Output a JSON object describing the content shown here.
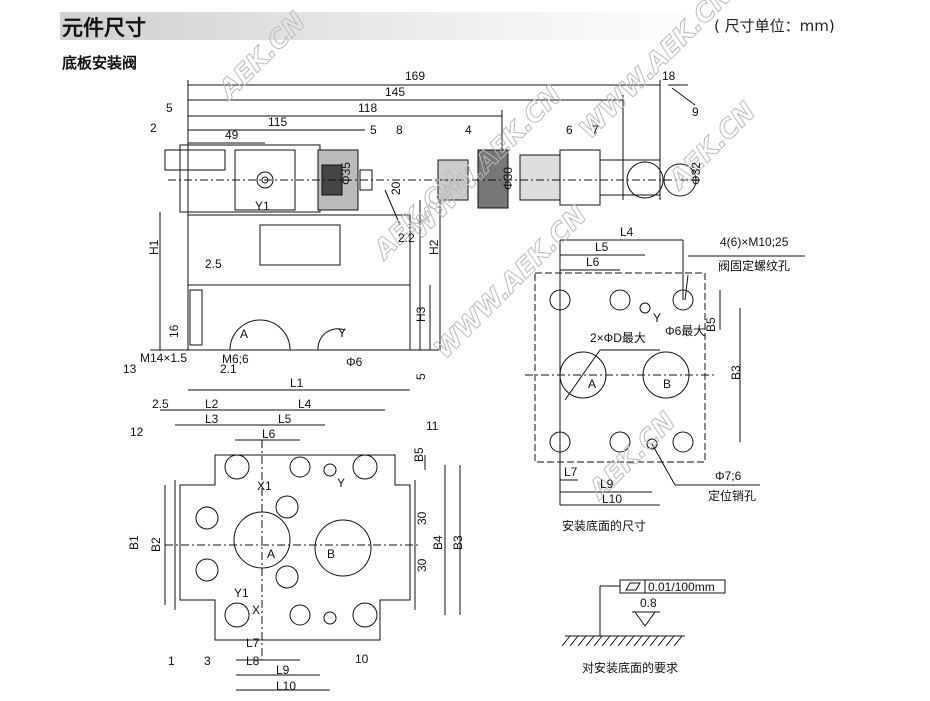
{
  "header": {
    "title": "元件尺寸",
    "unit": "( 尺寸单位：mm)"
  },
  "section": {
    "subtitle": "底板安装阀"
  },
  "watermarks": [
    "AEK.CN",
    "WWW.AEK.CN",
    "WWW.AEK.CN",
    "AEK.CN",
    "WWW.AEK.CN",
    "AEK.CN",
    "AEK.CN"
  ],
  "top_view": {
    "labels": [
      "169",
      "145",
      "118",
      "115",
      "49",
      "5",
      "2",
      "18",
      "9",
      "5",
      "8",
      "4",
      "6",
      "7",
      "Φ35",
      "20",
      "Φ30",
      "Φ32",
      "Y1",
      "2.2",
      "H1",
      "H2",
      "H3",
      "2.5",
      "16",
      "13",
      "M14×1.5",
      "M6;6",
      "2.1",
      "Φ6",
      "5",
      "A",
      "Y"
    ]
  },
  "bottom_view": {
    "labels": [
      "L1",
      "2.5",
      "L2",
      "L4",
      "L3",
      "L5",
      "L6",
      "12",
      "11",
      "X1",
      "Y",
      "B5",
      "B1",
      "B2",
      "A",
      "B",
      "30",
      "30",
      "B4",
      "B3",
      "Y1",
      "X",
      "L7",
      "L8",
      "L9",
      "L10",
      "1",
      "3",
      "10"
    ]
  },
  "mounting_face": {
    "labels": [
      "L4",
      "L5",
      "L6",
      "4(6)×M10;25",
      "阀固定螺纹孔",
      "Y",
      "Φ6最大",
      "B5",
      "2×ΦD最大",
      "A",
      "B",
      "B3",
      "L7",
      "L9",
      "L10",
      "Φ7;6",
      "定位销孔",
      "安装底面的尺寸"
    ]
  },
  "flatness": {
    "labels": [
      "0.01/100mm",
      "0.8",
      "对安装底面的要求"
    ]
  }
}
